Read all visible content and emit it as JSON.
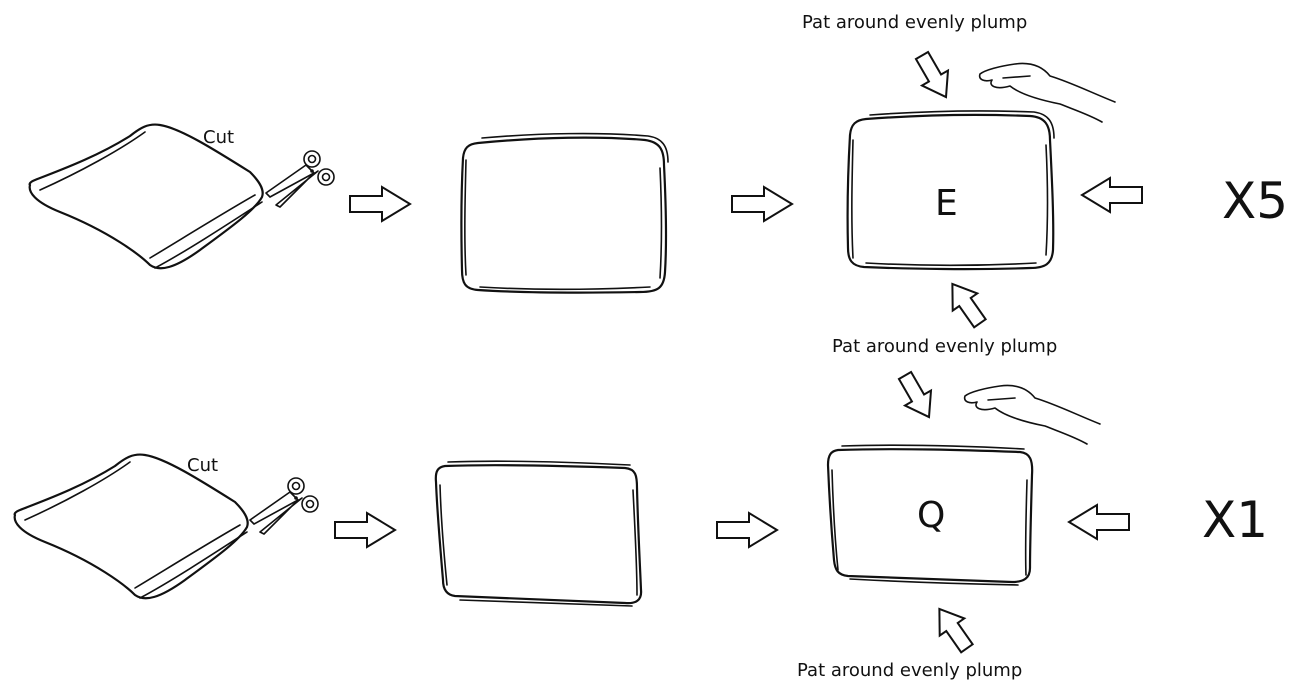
{
  "rows": [
    {
      "cut_label": "Cut",
      "top_instruction": "Pat around evenly plump",
      "bottom_instruction": "Pat around evenly plump",
      "letter": "E",
      "multiplier": "X5"
    },
    {
      "cut_label": "Cut",
      "top_instruction": "Pat around evenly plump",
      "bottom_instruction": "Pat around evenly plump",
      "letter": "Q",
      "multiplier": "X1"
    }
  ],
  "icons": [
    "pillow-icon",
    "scissors-icon",
    "arrow-right-icon",
    "arrow-left-icon",
    "arrow-down-icon",
    "arrow-up-icon",
    "hand-icon"
  ]
}
